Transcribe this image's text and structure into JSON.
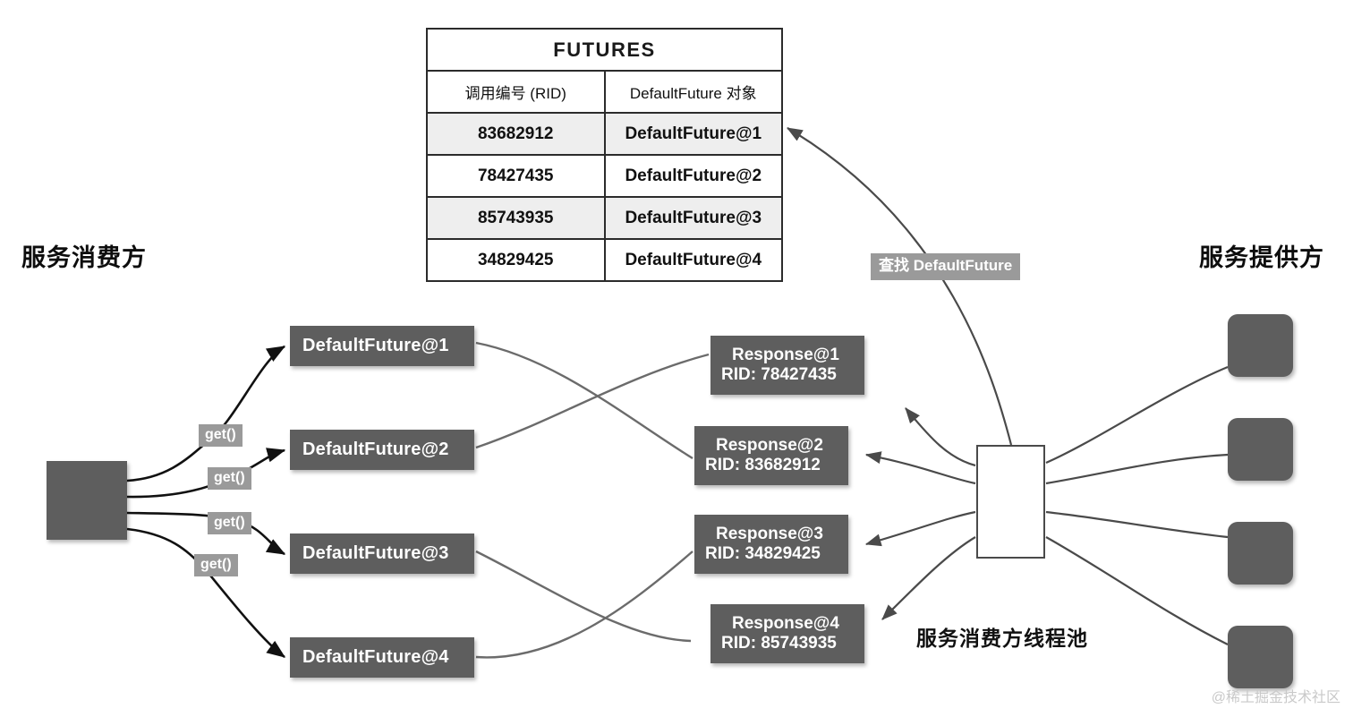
{
  "headings": {
    "consumer": "服务消费方",
    "provider": "服务提供方",
    "threadpool": "服务消费方线程池"
  },
  "futures_table": {
    "caption": "FUTURES",
    "columns": [
      "调用编号 (RID)",
      "DefaultFuture 对象"
    ],
    "rows": [
      {
        "rid": "83682912",
        "obj": "DefaultFuture@1"
      },
      {
        "rid": "78427435",
        "obj": "DefaultFuture@2"
      },
      {
        "rid": "85743935",
        "obj": "DefaultFuture@3"
      },
      {
        "rid": "34829425",
        "obj": "DefaultFuture@4"
      }
    ]
  },
  "futures": [
    {
      "label": "DefaultFuture@1"
    },
    {
      "label": "DefaultFuture@2"
    },
    {
      "label": "DefaultFuture@3"
    },
    {
      "label": "DefaultFuture@4"
    }
  ],
  "responses": [
    {
      "name": "Response@1",
      "rid": "RID: 78427435"
    },
    {
      "name": "Response@2",
      "rid": "RID: 83682912"
    },
    {
      "name": "Response@3",
      "rid": "RID: 34829425"
    },
    {
      "name": "Response@4",
      "rid": "RID: 85743935"
    }
  ],
  "edge_labels": {
    "get": "get()",
    "lookup": "查找 DefaultFuture"
  },
  "watermark": "@稀土掘金技术社区",
  "colors": {
    "node_fill": "#5e5e5e",
    "node_text": "#ffffff",
    "label_fill": "#9a9a9a",
    "table_border": "#2b2b2b",
    "table_alt_row": "#eeeeee",
    "wire": "#4a4a4a",
    "arrow_dark": "#111111"
  }
}
